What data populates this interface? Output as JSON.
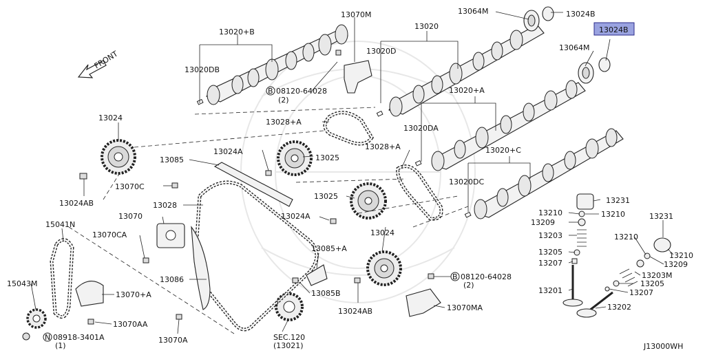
{
  "diagram_code": "J13000WH",
  "front_label": "FRONT",
  "highlighted_label": "13024B",
  "labels": {
    "p13020B": "13020+B",
    "p13070M": "13070M",
    "p13064M_top": "13064M",
    "p13024B_top": "13024B",
    "p13020": "13020",
    "p13020DB": "13020DB",
    "p13020D": "13020D",
    "p13064M_right": "13064M",
    "bolt_a": "08120-64028",
    "bolt_a_qty": "(2)",
    "p13020A": "13020+A",
    "p13024": "13024",
    "p13028A_left": "13028+A",
    "p13020DA": "13020DA",
    "p13028A_right": "13028+A",
    "p13024A_top": "13024A",
    "p13025_top": "13025",
    "p13020C": "13020+C",
    "p13085": "13085",
    "p13070C": "13070C",
    "p13024AB_left": "13024AB",
    "p13020DC": "13020DC",
    "p13028": "13028",
    "p13025_mid": "13025",
    "p13231_right": "13231",
    "p13070": "13070",
    "p13210_a": "13210",
    "p13210_b": "13210",
    "p13209_a": "13209",
    "p15041N": "15041N",
    "p13024A_mid": "13024A",
    "p13024_mid": "13024",
    "p13231_far": "13231",
    "p13203": "13203",
    "p13070CA": "13070CA",
    "p13210_c": "13210",
    "p13210_d": "13210",
    "p13085A": "13085+A",
    "p13205_a": "13205",
    "p13207_a": "13207",
    "p13209_b": "13209",
    "p13203M": "13203M",
    "p13086": "13086",
    "bolt_b": "08120-64028",
    "bolt_b_qty": "(2)",
    "p15043M": "15043M",
    "p13070A_plus": "13070+A",
    "p13085B": "13085B",
    "p13205_b": "13205",
    "p13201": "13201",
    "p13207_b": "13207",
    "p13024AB_mid": "13024AB",
    "p13070MA": "13070MA",
    "p13202": "13202",
    "p13070AA": "13070AA",
    "nut_n": "08918-3401A",
    "nut_n_qty": "(1)",
    "p13070A": "13070A",
    "sec": "SEC.120",
    "sec_sub": "(13021)"
  }
}
